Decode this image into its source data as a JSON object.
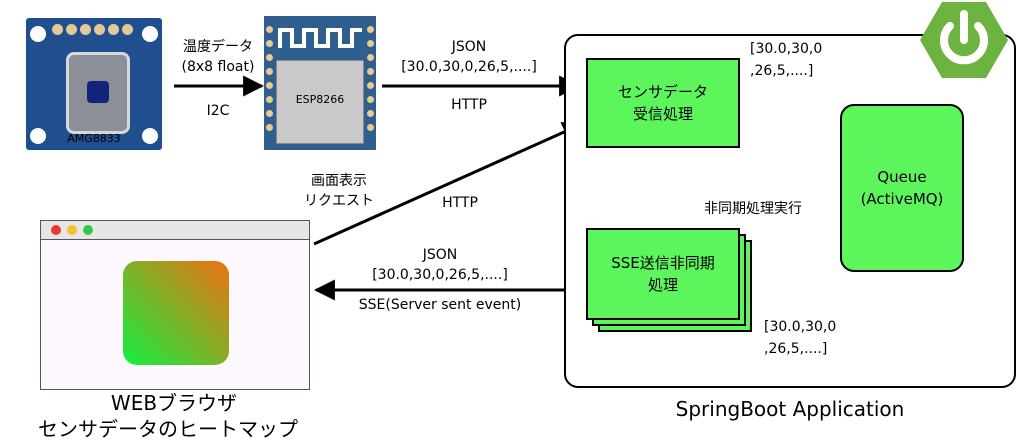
{
  "sensor": {
    "label": "AMG8833"
  },
  "esp": {
    "label": "ESP8266"
  },
  "edge_sensor_esp": {
    "line1": "温度データ",
    "line2": "(8x8 float)",
    "protocol": "I2C"
  },
  "edge_esp_app": {
    "line1": "JSON",
    "line2": "[30.0,30,0,26,5,....]",
    "protocol": "HTTP"
  },
  "app": {
    "title": "SpringBoot Application"
  },
  "box_receive": {
    "line1": "センサデータ",
    "line2": "受信処理"
  },
  "box_sse": {
    "line1": "SSE送信非同期",
    "line2": "処理"
  },
  "queue": {
    "line1": "Queue",
    "line2": "(ActiveMQ)"
  },
  "json_top_right": {
    "line1": "[30.0,30,0",
    "line2": ",26,5,....]"
  },
  "json_bottom_right": {
    "line1": "[30.0,30,0",
    "line2": ",26,5,....]"
  },
  "async_label": "非同期処理実行",
  "request": {
    "line1": "画面表示",
    "line2": "リクエスト",
    "protocol": "HTTP"
  },
  "sse_edge": {
    "line1": "JSON",
    "line2": "[30.0,30,0,26,5,....]",
    "protocol": "SSE(Server sent event)"
  },
  "browser": {
    "line1": "WEBブラウザ",
    "line2": "センサデータのヒートマップ"
  },
  "colors": {
    "green_box": "#5cf55c",
    "sensor_blue": "#1f4f8f",
    "esp_blue": "#2f5f8f",
    "spring_green": "#6db33f",
    "heatmap_start": "#f07010",
    "heatmap_end": "#10f040"
  }
}
